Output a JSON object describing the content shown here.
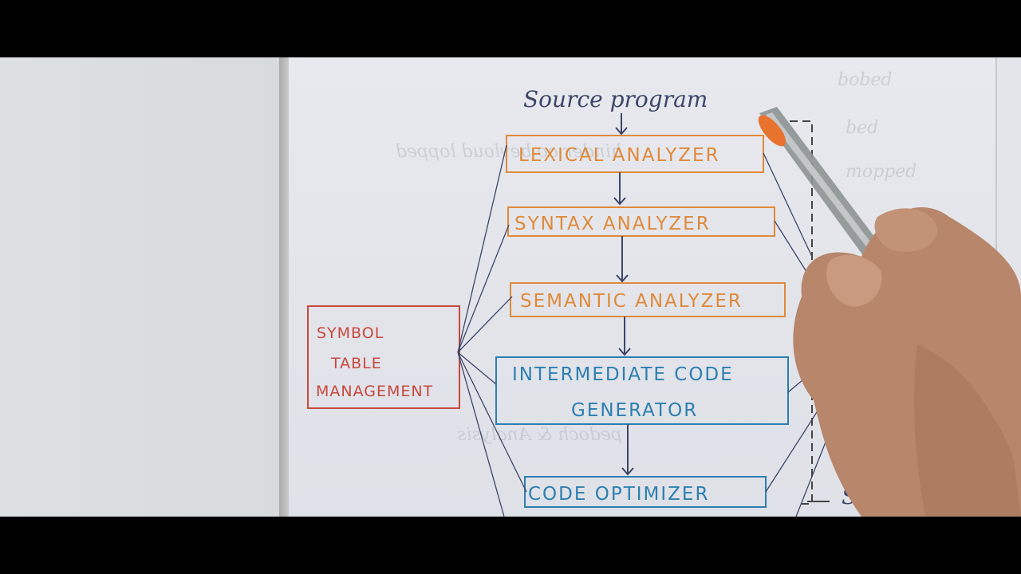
{
  "diagram": {
    "source_label": "Source program",
    "stages": [
      {
        "label": "LEXICAL ANALYZER"
      },
      {
        "label": "SYNTAX ANALYZER"
      },
      {
        "label": "SEMANTIC ANALYZER"
      },
      {
        "label_line1": "INTERMEDIATE CODE",
        "label_line2": "GENERATOR"
      },
      {
        "label": "CODE OPTIMIZER"
      }
    ],
    "symbol_table": {
      "line1": "SYMBOL",
      "line2": "TABLE",
      "line3": "MANAGEMENT"
    },
    "cut_label": "Sy"
  },
  "colors": {
    "orange": "#e08a3a",
    "blue": "#2c7fb0",
    "red": "#c8483e",
    "ink": "#3c4668"
  }
}
